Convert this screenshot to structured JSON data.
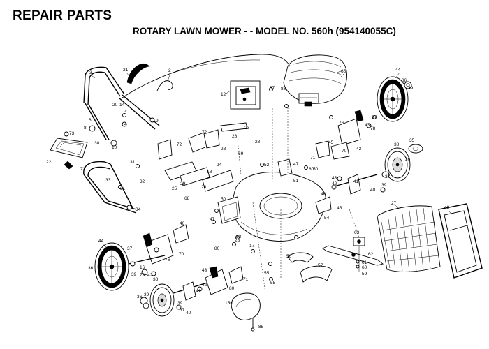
{
  "heading": "REPAIR PARTS",
  "subtitle": "ROTARY LAWN MOWER - - MODEL NO. 560h (954140055C)",
  "callouts": {
    "c2": "2",
    "c3": "3",
    "c4": "4",
    "c6": "6",
    "c8": "8",
    "c9": "9",
    "c10": "10",
    "c12": "12",
    "c14": "14",
    "c15": "15",
    "c16": "16",
    "c17": "17",
    "c18": "18",
    "c20": "20",
    "c21": "21",
    "c22": "22",
    "c23": "23",
    "c24": "24",
    "c25": "25",
    "c26": "26",
    "c27": "27",
    "c28": "28",
    "c29": "29",
    "c30": "30",
    "c31": "31",
    "c32": "32",
    "c33": "33",
    "c34": "34",
    "c35": "35",
    "c36": "36",
    "c37": "37",
    "c38": "38",
    "c39": "39",
    "c40": "40",
    "c41": "41",
    "c42": "42",
    "c43": "43",
    "c44": "44",
    "c45": "45",
    "c46": "46",
    "c47": "47",
    "c48": "48",
    "c50": "50",
    "c51": "51",
    "c52": "52",
    "c54": "54",
    "c55": "55",
    "c56": "56",
    "c57": "57",
    "c59": "59",
    "c60": "60",
    "c61": "61",
    "c62": "62",
    "c63": "63",
    "c65": "65",
    "c68": "68",
    "c69": "69",
    "c70": "70",
    "c71": "71",
    "c72": "72",
    "c73": "73",
    "c76": "76",
    "c78": "78",
    "c80": "80",
    "c85": "85",
    "c86": "86",
    "c87": "87"
  }
}
